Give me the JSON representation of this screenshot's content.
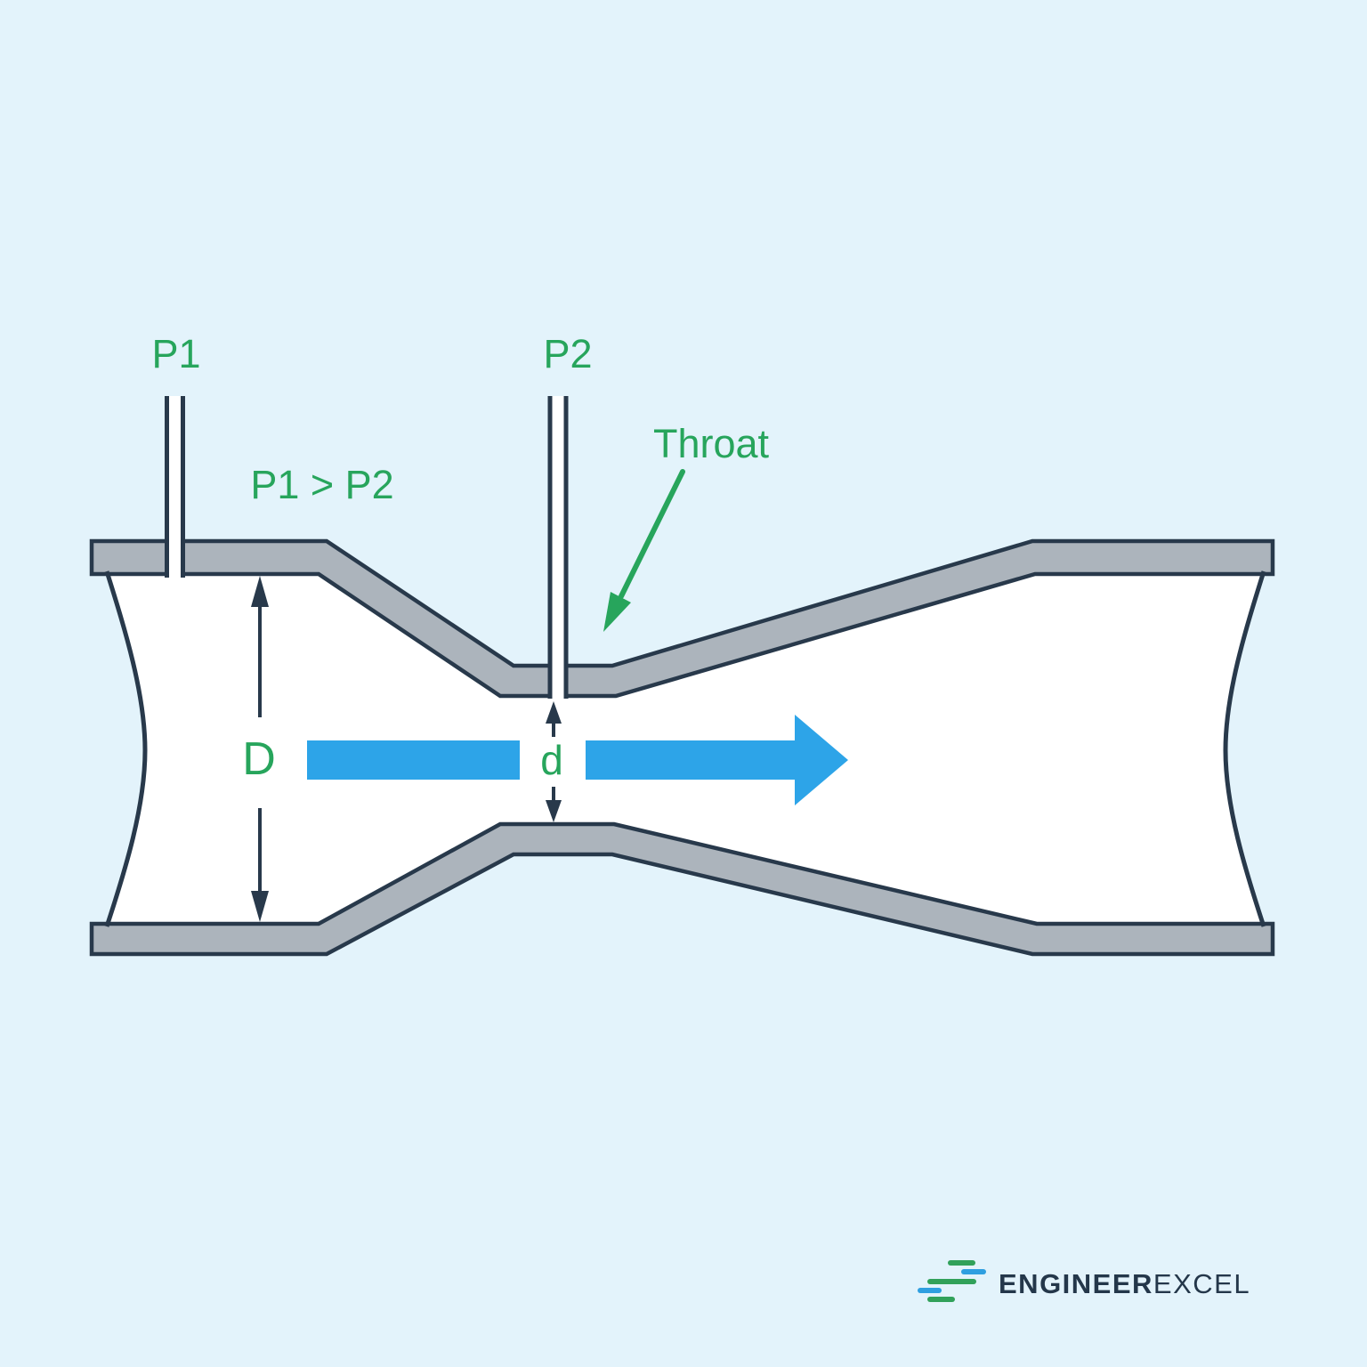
{
  "colors": {
    "background": "#E3F3FB",
    "pipe-fill": "#ACB4BC",
    "outline": "#28394B",
    "interior": "#FFFFFF",
    "green": "#27A55C",
    "blue": "#2DA4E8",
    "logo-green": "#31A15A",
    "logo-blue": "#2F9FE0",
    "logo-text": "#24374A"
  },
  "diagram": {
    "type": "venturi-flow-meter",
    "labels": {
      "pressure_tap_1": "P1",
      "pressure_tap_2": "P2",
      "pressure_relation": "P1 > P2",
      "throat": "Throat",
      "inlet_diameter": "D",
      "throat_diameter": "d"
    }
  },
  "branding": {
    "name_bold": "ENGINEER",
    "name_light": "EXCEL"
  }
}
